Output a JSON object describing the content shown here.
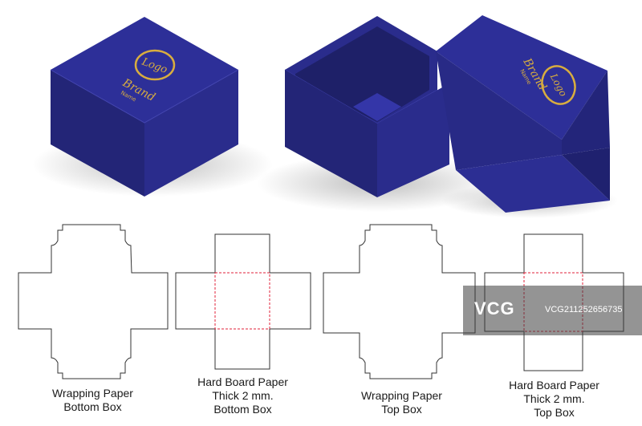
{
  "box_closed": {
    "logo_text": "Logo",
    "brand_text": "Brand",
    "name_text": "Name"
  },
  "box_open_lid": {
    "logo_text": "Logo",
    "brand_text": "Brand",
    "name_text": "Name"
  },
  "colors": {
    "box_top": "#2d2f98",
    "box_left": "#232577",
    "box_right": "#2a2c8c",
    "gold": "#d8ad3f",
    "dieline": "#333333",
    "fold_line": "#e0223a"
  },
  "captions": [
    {
      "lines": [
        "Wrapping Paper",
        "Bottom Box"
      ]
    },
    {
      "lines": [
        "Hard Board Paper",
        "Thick 2 mm.",
        "Bottom Box"
      ]
    },
    {
      "lines": [
        "Wrapping Paper",
        "Top Box"
      ]
    },
    {
      "lines": [
        "Hard Board Paper",
        "Thick 2 mm.",
        "Top Box"
      ]
    }
  ],
  "watermark": {
    "logo": "VCG",
    "text": "VCG211252656735"
  }
}
